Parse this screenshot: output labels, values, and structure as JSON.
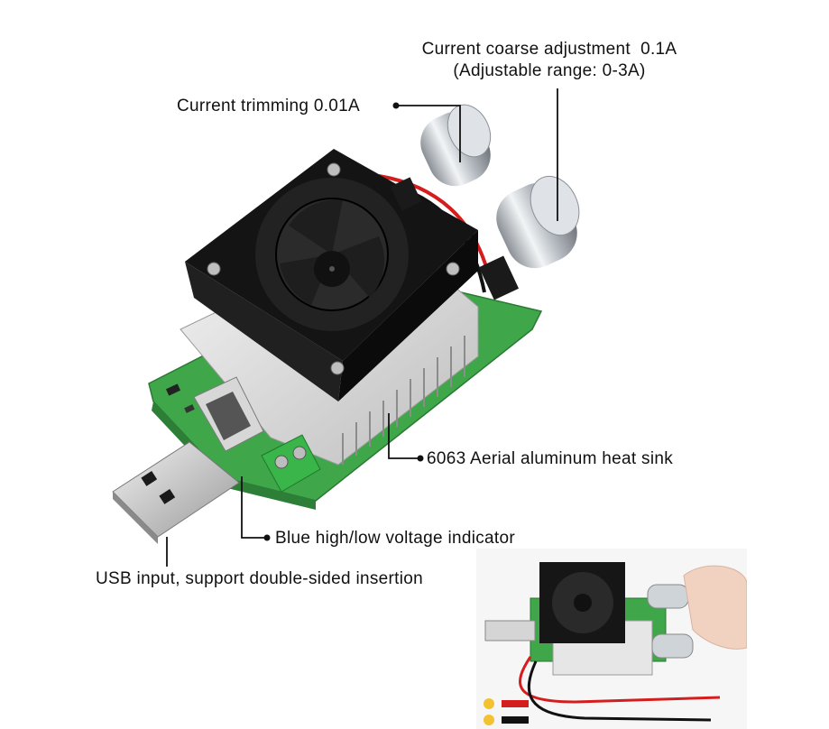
{
  "annotations": {
    "coarse_adjustment": {
      "line1": "Current coarse adjustment  0.1A",
      "line2": "(Adjustable range: 0-3A)"
    },
    "current_trimming": "Current trimming 0.01A",
    "heat_sink": "6063 Aerial aluminum heat sink",
    "voltage_indicator": "Blue high/low voltage indicator",
    "usb_input": "USB input, support double-sided insertion"
  },
  "colors": {
    "pcb_green": "#3fa64a",
    "fan_black": "#1b1b1b",
    "heatsink_silver": "#d9d9d9",
    "knob_silver": "#c8cdd2",
    "wire_red": "#d41e1e",
    "wire_black": "#111111"
  },
  "icons": {
    "fan": "fan-icon",
    "knob": "knob-icon",
    "usb_plug": "usb-plug-icon",
    "terminal_block": "terminal-block-icon"
  }
}
